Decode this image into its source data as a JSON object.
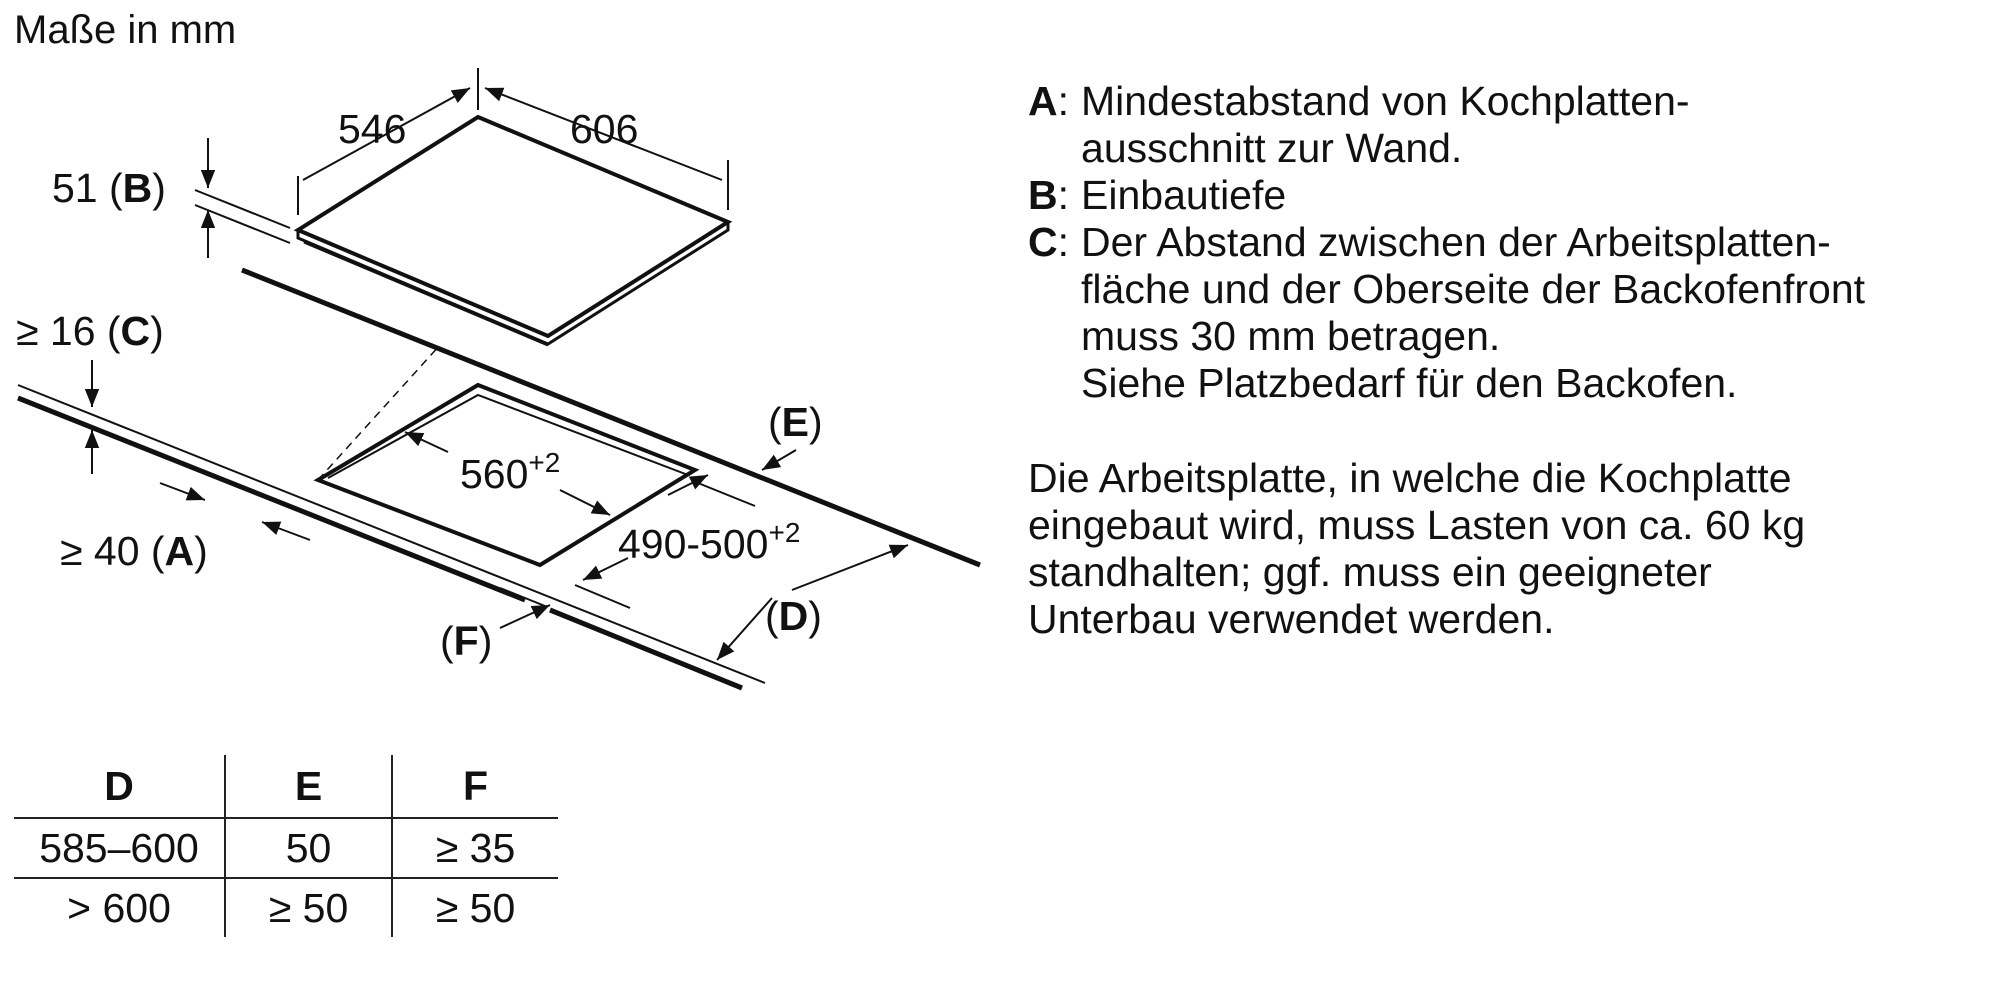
{
  "units_title": "Maße in mm",
  "diagram": {
    "width_label": "546",
    "depth_label": "606",
    "thickness_value": "51",
    "label_B": "B",
    "worktop_value": "≥ 16",
    "label_C": "C",
    "wall_value": "≥ 40",
    "label_A": "A",
    "label_E": "E",
    "label_D": "D",
    "label_F": "F",
    "cutout_width": "560",
    "cutout_width_tol": "+2",
    "cutout_depth": "490-500",
    "cutout_depth_tol": "+2"
  },
  "legend": [
    {
      "key": "A",
      "lines": [
        "Mindestabstand von Kochplatten-",
        "ausschnitt zur Wand."
      ]
    },
    {
      "key": "B",
      "lines": [
        "Einbautiefe"
      ]
    },
    {
      "key": "C",
      "lines": [
        "Der Abstand zwischen der Arbeitsplatten-",
        "fläche und der Oberseite der Backofenfront",
        "muss 30 mm betragen.",
        "Siehe Platzbedarf für den Backofen."
      ]
    }
  ],
  "worktop_note": [
    "Die Arbeitsplatte, in welche die Kochplatte",
    "eingebaut wird, muss Lasten von ca. 60 kg",
    "standhalten; ggf. muss ein geeigneter",
    "Unterbau verwendet werden."
  ],
  "table": {
    "headers": [
      "D",
      "E",
      "F"
    ],
    "rows": [
      [
        "585–600",
        "50",
        "≥ 35"
      ],
      [
        "> 600",
        "≥ 50",
        "≥ 50"
      ]
    ]
  }
}
